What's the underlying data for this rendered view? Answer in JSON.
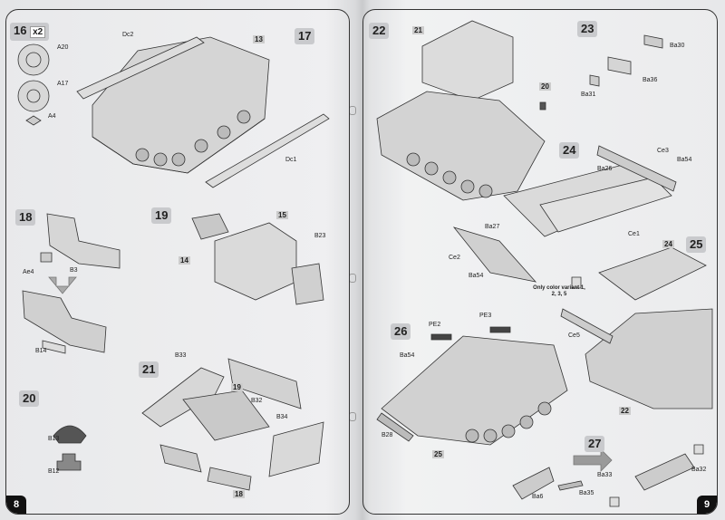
{
  "pages": [
    {
      "number": "8",
      "steps": [
        {
          "id": "16",
          "label": "16",
          "sub": "x2"
        },
        {
          "id": "17",
          "label": "17"
        },
        {
          "id": "18",
          "label": "18"
        },
        {
          "id": "19",
          "label": "19"
        },
        {
          "id": "20",
          "label": "20"
        },
        {
          "id": "21",
          "label": "21"
        }
      ],
      "parts": [
        "A20",
        "A17",
        "A4",
        "Dc2",
        "13",
        "Dc1",
        "Ae4",
        "B3",
        "B14",
        "15",
        "14",
        "B23",
        "B13",
        "B12",
        "B33",
        "19",
        "B32",
        "B34",
        "18"
      ]
    },
    {
      "number": "9",
      "steps": [
        {
          "id": "22",
          "label": "22"
        },
        {
          "id": "23",
          "label": "23"
        },
        {
          "id": "24",
          "label": "24"
        },
        {
          "id": "25",
          "label": "25"
        },
        {
          "id": "26",
          "label": "26"
        },
        {
          "id": "27",
          "label": "27"
        }
      ],
      "parts": [
        "21",
        "20",
        "Ba30",
        "Ba36",
        "Ba31",
        "Ce3",
        "Ba54",
        "Ba26",
        "Ba27",
        "Ce1",
        "Ce2",
        "Ba54",
        "24",
        "Ce5",
        "22",
        "PE2",
        "PE3",
        "Ba54",
        "B28",
        "25",
        "Ba33",
        "Ba32",
        "Ba6",
        "Ba35"
      ],
      "note": "Only color variant 1, 2, 3, 5"
    }
  ]
}
